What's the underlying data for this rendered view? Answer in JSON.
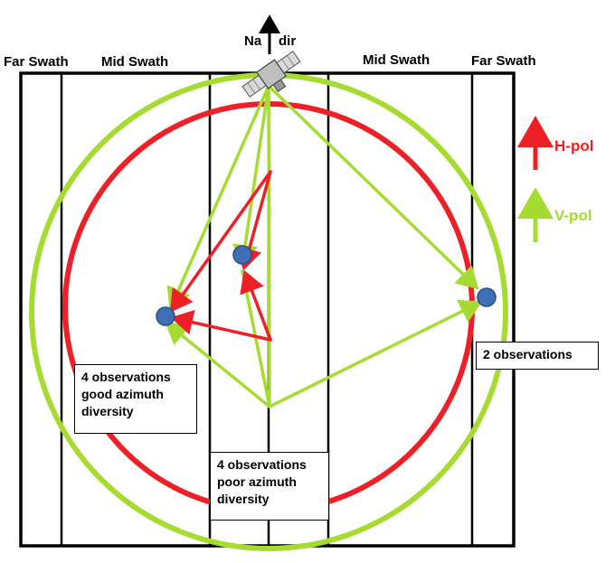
{
  "nadir": {
    "label_left": "Na",
    "label_right": "dir"
  },
  "swaths": {
    "far_left": "Far Swath",
    "mid_left": "Mid Swath",
    "mid_right": "Mid Swath",
    "far_right": "Far Swath"
  },
  "legend": {
    "h_pol": "H-pol",
    "v_pol": "V-pol"
  },
  "colors": {
    "h_pol": "#ee2027",
    "v_pol": "#a6dc32",
    "point": "#3f6fb5",
    "frame": "#000000"
  },
  "annotations": {
    "left": [
      "4 observations",
      "good azimuth",
      "diversity"
    ],
    "center": [
      "4 observations",
      "poor azimuth",
      "diversity"
    ],
    "right": [
      "2 observations"
    ]
  },
  "icons": {
    "spacecraft": "satellite-icon",
    "nadir_arrow": "arrow-up-icon"
  }
}
